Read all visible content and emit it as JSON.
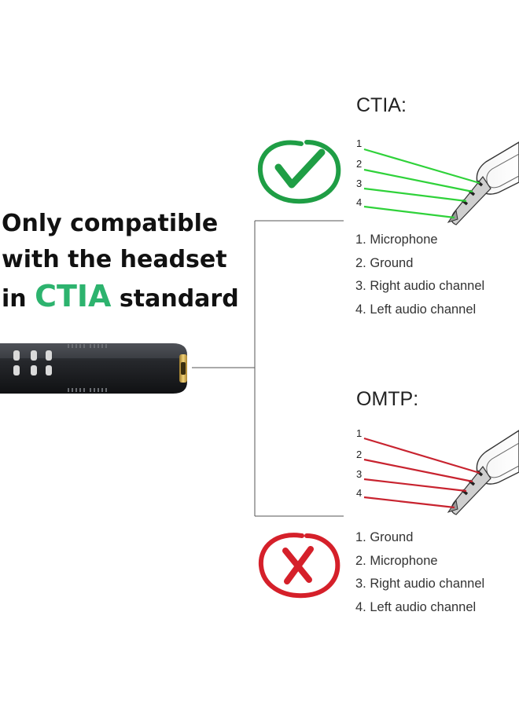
{
  "headline": {
    "line1": "Only compatible",
    "line2": "with the headset",
    "line3_prefix": "in ",
    "line3_highlight": "CTIA",
    "line3_suffix": " standard"
  },
  "ctia": {
    "title": "CTIA:",
    "wire_numbers": [
      "1",
      "2",
      "3",
      "4"
    ],
    "pins": [
      "1. Microphone",
      "2. Ground",
      "3. Right audio channel",
      "4. Left audio channel"
    ],
    "wire_color": "#2fd23a",
    "badge": "checkmark-icon",
    "badge_color": "#1f9e45"
  },
  "omtp": {
    "title": "OMTP:",
    "wire_numbers": [
      "1",
      "2",
      "3",
      "4"
    ],
    "pins": [
      "1. Ground",
      "2. Microphone",
      "3. Right audio channel",
      "4. Left audio channel"
    ],
    "wire_color": "#c8232f",
    "badge": "cross-icon",
    "badge_color": "#d5202a"
  }
}
